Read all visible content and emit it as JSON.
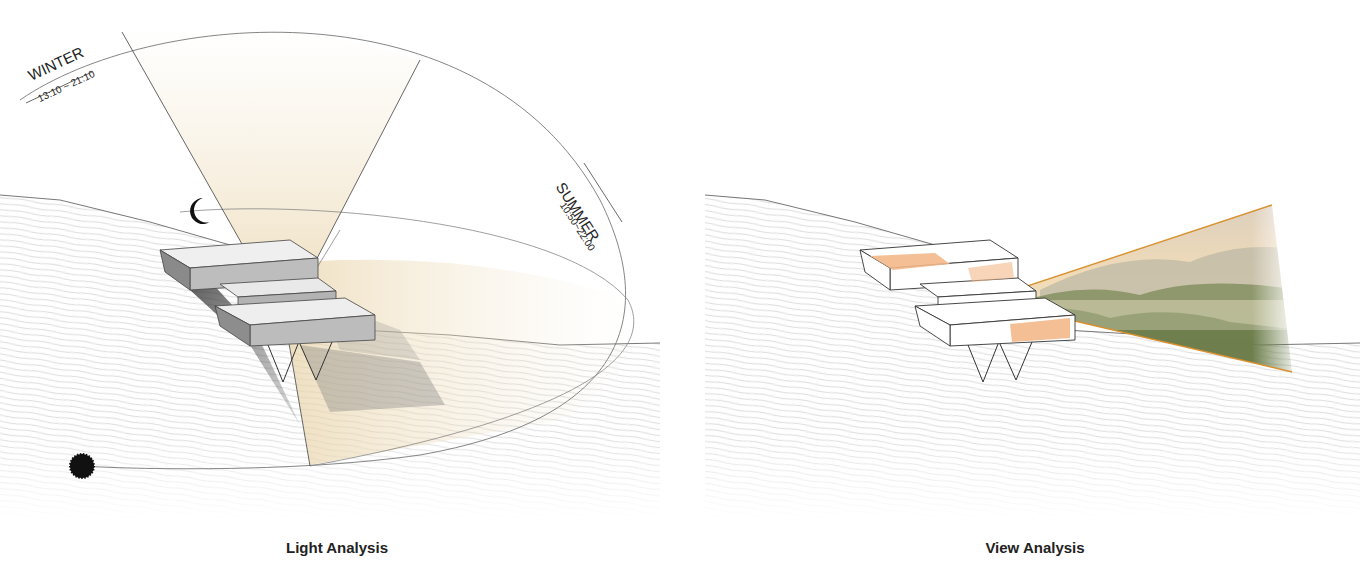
{
  "diagram": {
    "labels": [
      "WINTER",
      "13:10 ~ 21:10",
      "SUMMER",
      "10:50~22:00",
      "Light Analysis",
      "View Analysis"
    ]
  }
}
